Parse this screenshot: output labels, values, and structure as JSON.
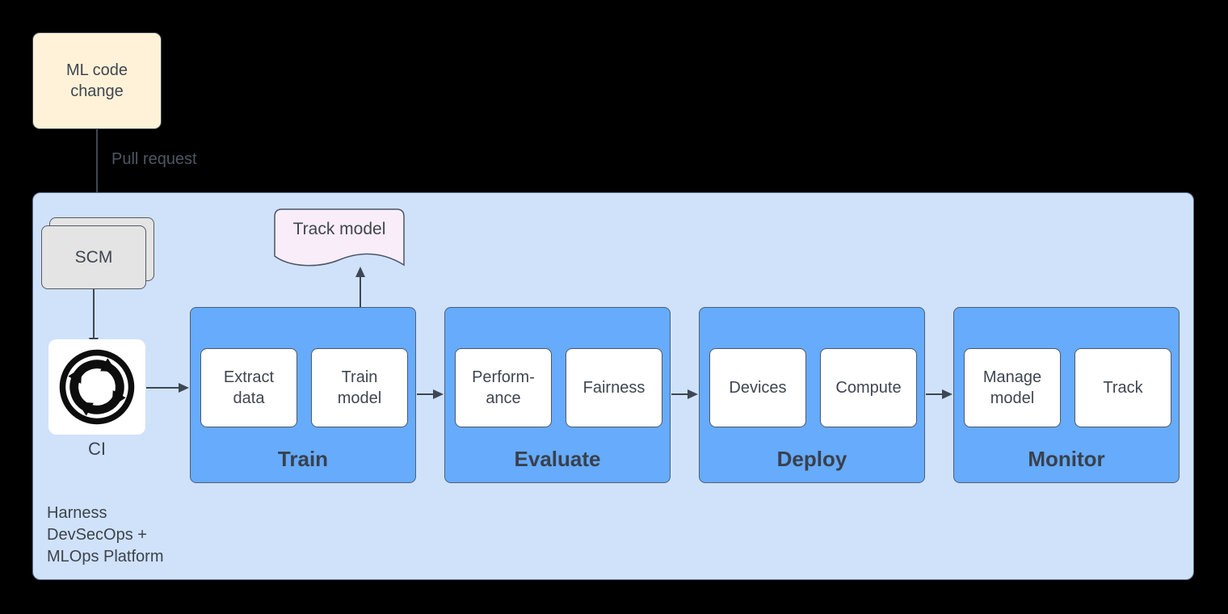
{
  "diagram": {
    "ml_change": {
      "label": "ML code change"
    },
    "pull_request": {
      "label": "Pull request"
    },
    "scm": {
      "label": "SCM"
    },
    "ci": {
      "label": "CI",
      "icon": "ci-cycle-icon"
    },
    "track_model": {
      "label": "Track model"
    },
    "platform": {
      "label": "Harness\nDevSecOps +\nMLOps Platform"
    },
    "stages": [
      {
        "name": "Train",
        "items": [
          "Extract data",
          "Train model"
        ]
      },
      {
        "name": "Evaluate",
        "items": [
          "Perform-ance",
          "Fairness"
        ]
      },
      {
        "name": "Deploy",
        "items": [
          "Devices",
          "Compute"
        ]
      },
      {
        "name": "Monitor",
        "items": [
          "Manage model",
          "Track"
        ]
      }
    ],
    "colors": {
      "background": "#000000",
      "platform_fill": "#D0E2FA",
      "stage_fill": "#66ABFC",
      "ml_change_fill": "#FFF2D8",
      "scm_fill": "#E4E4E4",
      "track_model_fill": "#F8EDF9",
      "text": "#3F4650",
      "connector": "#3D4754"
    }
  }
}
